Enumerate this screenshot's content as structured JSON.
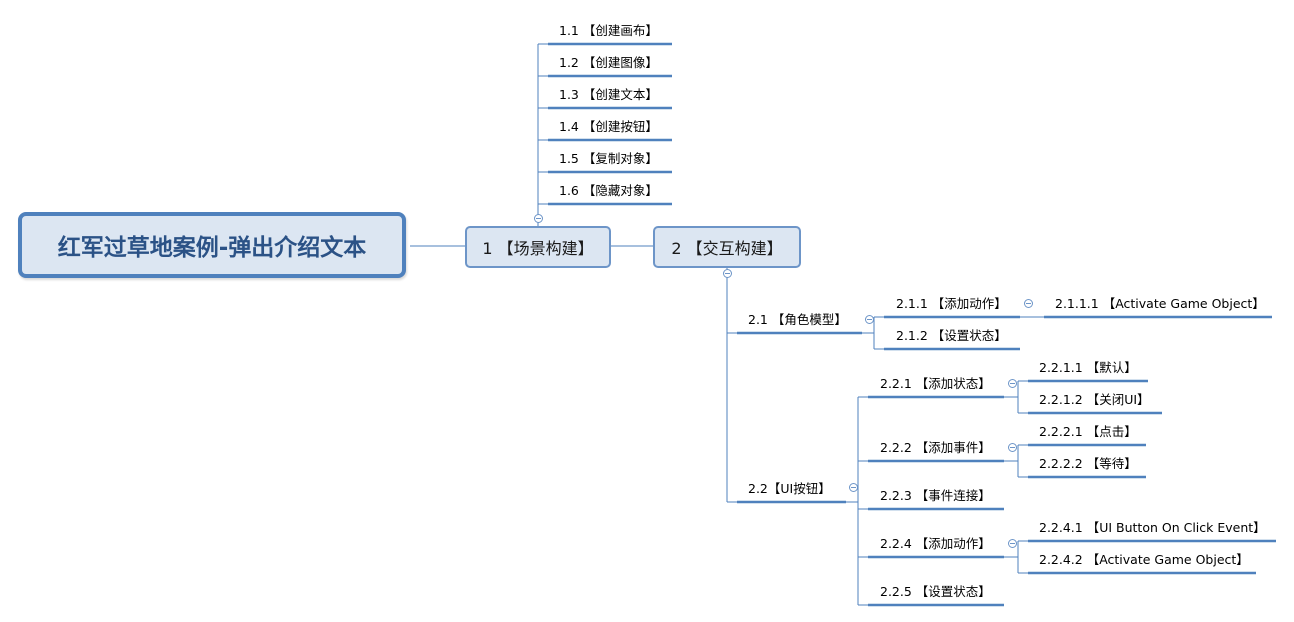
{
  "root": {
    "label": "红军过草地案例-弹出介绍文本"
  },
  "branch1": {
    "label": "1 【场景构建】",
    "children": [
      "1.1 【创建画布】",
      "1.2 【创建图像】",
      "1.3 【创建文本】",
      "1.4 【创建按钮】",
      "1.5 【复制对象】",
      "1.6 【隐藏对象】"
    ]
  },
  "branch2": {
    "label": "2 【交互构建】",
    "n21": {
      "label": "2.1 【角色模型】",
      "n211": {
        "label": "2.1.1 【添加动作】",
        "n2111": "2.1.1.1 【Activate Game Object】"
      },
      "n212": "2.1.2 【设置状态】"
    },
    "n22": {
      "label": "2.2【UI按钮】",
      "n221": {
        "label": "2.2.1 【添加状态】",
        "c1": "2.2.1.1 【默认】",
        "c2": "2.2.1.2 【关闭UI】"
      },
      "n222": {
        "label": "2.2.2 【添加事件】",
        "c1": "2.2.2.1 【点击】",
        "c2": "2.2.2.2 【等待】"
      },
      "n223": "2.2.3 【事件连接】",
      "n224": {
        "label": "2.2.4 【添加动作】",
        "c1": "2.2.4.1 【UI Button On Click Event】",
        "c2": "2.2.4.2 【Activate Game Object】"
      },
      "n225": "2.2.5 【设置状态】"
    }
  },
  "colors": {
    "line": "#4f81bd",
    "root_fill": "#dce6f2",
    "root_border": "#4f81bd"
  }
}
